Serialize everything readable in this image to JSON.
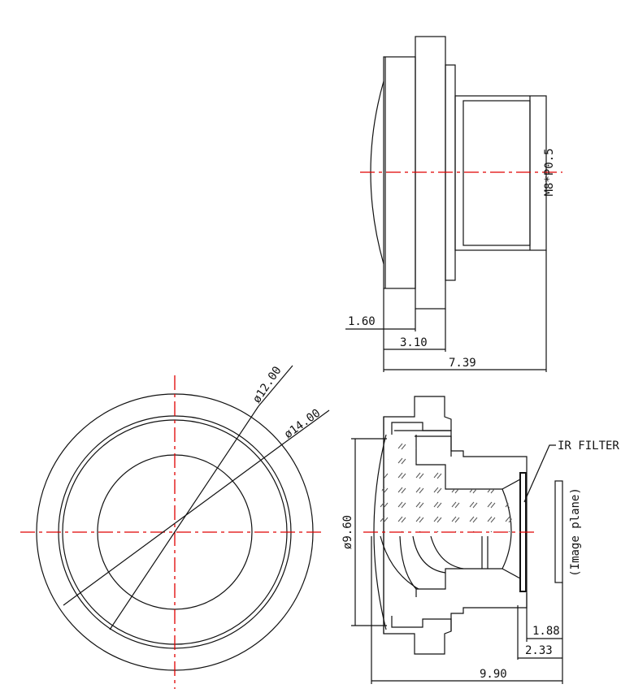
{
  "colors": {
    "centerline": "#e00000",
    "line": "#111111"
  },
  "top_view": {
    "thread_label": "M8*P0.5",
    "dims": {
      "d1": "1.60",
      "d2": "3.10",
      "d3": "7.39"
    }
  },
  "front_view": {
    "dims": {
      "dia_inner": "ø12.00",
      "dia_outer": "ø14.00"
    }
  },
  "section_view": {
    "ir_filter_label": "IR FILTER",
    "image_plane_label": "(Image plane)",
    "dims": {
      "dia": "ø9.60",
      "d1": "1.88",
      "d2": "2.33",
      "total": "9.90"
    }
  }
}
